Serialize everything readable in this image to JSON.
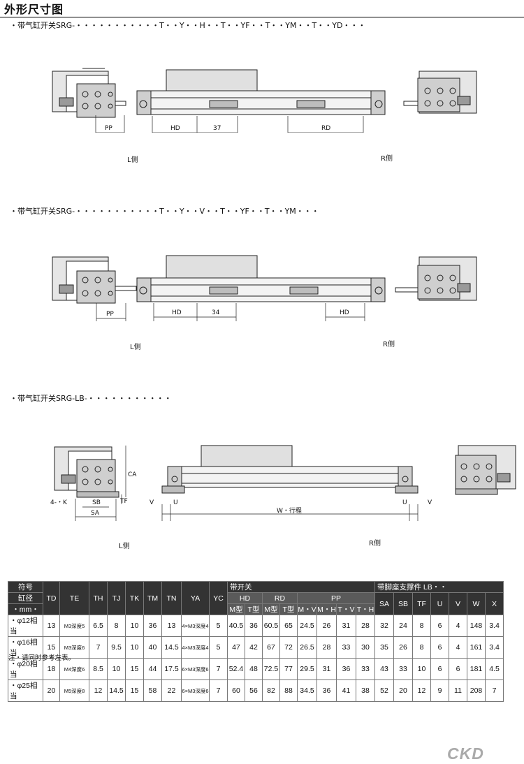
{
  "page_title": "外形尺寸图",
  "sections": [
    {
      "label": "・带气缸开关SRG-・・・・・・・・・・・T・・Y・・H・・T・・YF・・T・・YM・・T・・YD・・・",
      "left_side": "L侧",
      "right_side": "R侧",
      "dims": {
        "pp": "PP",
        "hd": "HD",
        "gap": "37",
        "rd": "RD"
      }
    },
    {
      "label": "・带气缸开关SRG-・・・・・・・・・・・T・・Y・・V・・T・・YF・・T・・YM・・・",
      "left_side": "L侧",
      "right_side": "R侧",
      "dims": {
        "pp": "PP",
        "hd": "HD",
        "gap": "34",
        "hd2": "HD"
      }
    },
    {
      "label": "・带气缸开关SRG-LB-・・・・・・・・・・・",
      "left_side": "L侧",
      "right_side": "R侧",
      "dims": {
        "ca": "CA",
        "k": "4-・K",
        "sb": "SB",
        "sa": "SA",
        "tf": "TF",
        "v": "V",
        "u": "U",
        "w": "W・行程",
        "u2": "U",
        "v2": "V"
      }
    }
  ],
  "table": {
    "head1": {
      "symbol": "符号",
      "bore": "缸径",
      "unit": "・mm・",
      "cols": [
        "TD",
        "TE",
        "TH",
        "TJ",
        "TK",
        "TM",
        "TN",
        "YA",
        "YC"
      ],
      "switch_group": "带开关",
      "foot_group": "带脚座支撑件 LB・・"
    },
    "head2": {
      "hd": "HD",
      "rd": "RD",
      "pp": "PP",
      "foot_cols": [
        "SA",
        "SB",
        "TF",
        "U",
        "V",
        "W",
        "X"
      ]
    },
    "head3": [
      "M型",
      "T型",
      "M型",
      "T型",
      "M・V",
      "M・H",
      "T・V",
      "T・H"
    ],
    "rows": [
      [
        "・φ12相当",
        "13",
        "M3深度5",
        "6.5",
        "8",
        "10",
        "36",
        "13",
        "4×M3深度4",
        "5",
        "40.5",
        "36",
        "60.5",
        "65",
        "24.5",
        "26",
        "31",
        "28",
        "32",
        "24",
        "8",
        "6",
        "4",
        "148",
        "3.4"
      ],
      [
        "・φ16相当",
        "15",
        "M3深度6",
        "7",
        "9.5",
        "10",
        "40",
        "14.5",
        "4×M3深度4",
        "5",
        "47",
        "42",
        "67",
        "72",
        "26.5",
        "28",
        "33",
        "30",
        "35",
        "26",
        "8",
        "6",
        "4",
        "161",
        "3.4"
      ],
      [
        "・φ20相当",
        "18",
        "M4深度6",
        "8.5",
        "10",
        "15",
        "44",
        "17.5",
        "6×M3深度6",
        "7",
        "52.4",
        "48",
        "72.5",
        "77",
        "29.5",
        "31",
        "36",
        "33",
        "43",
        "33",
        "10",
        "6",
        "6",
        "181",
        "4.5"
      ],
      [
        "・φ25相当",
        "20",
        "M5深度8",
        "12",
        "14.5",
        "15",
        "58",
        "22",
        "6×M3深度6",
        "7",
        "60",
        "56",
        "82",
        "88",
        "34.5",
        "36",
        "41",
        "38",
        "52",
        "20",
        "12",
        "9",
        "11",
        "208",
        "7"
      ]
    ]
  },
  "note": "注・请同时参考左表。",
  "logo": "CKD"
}
